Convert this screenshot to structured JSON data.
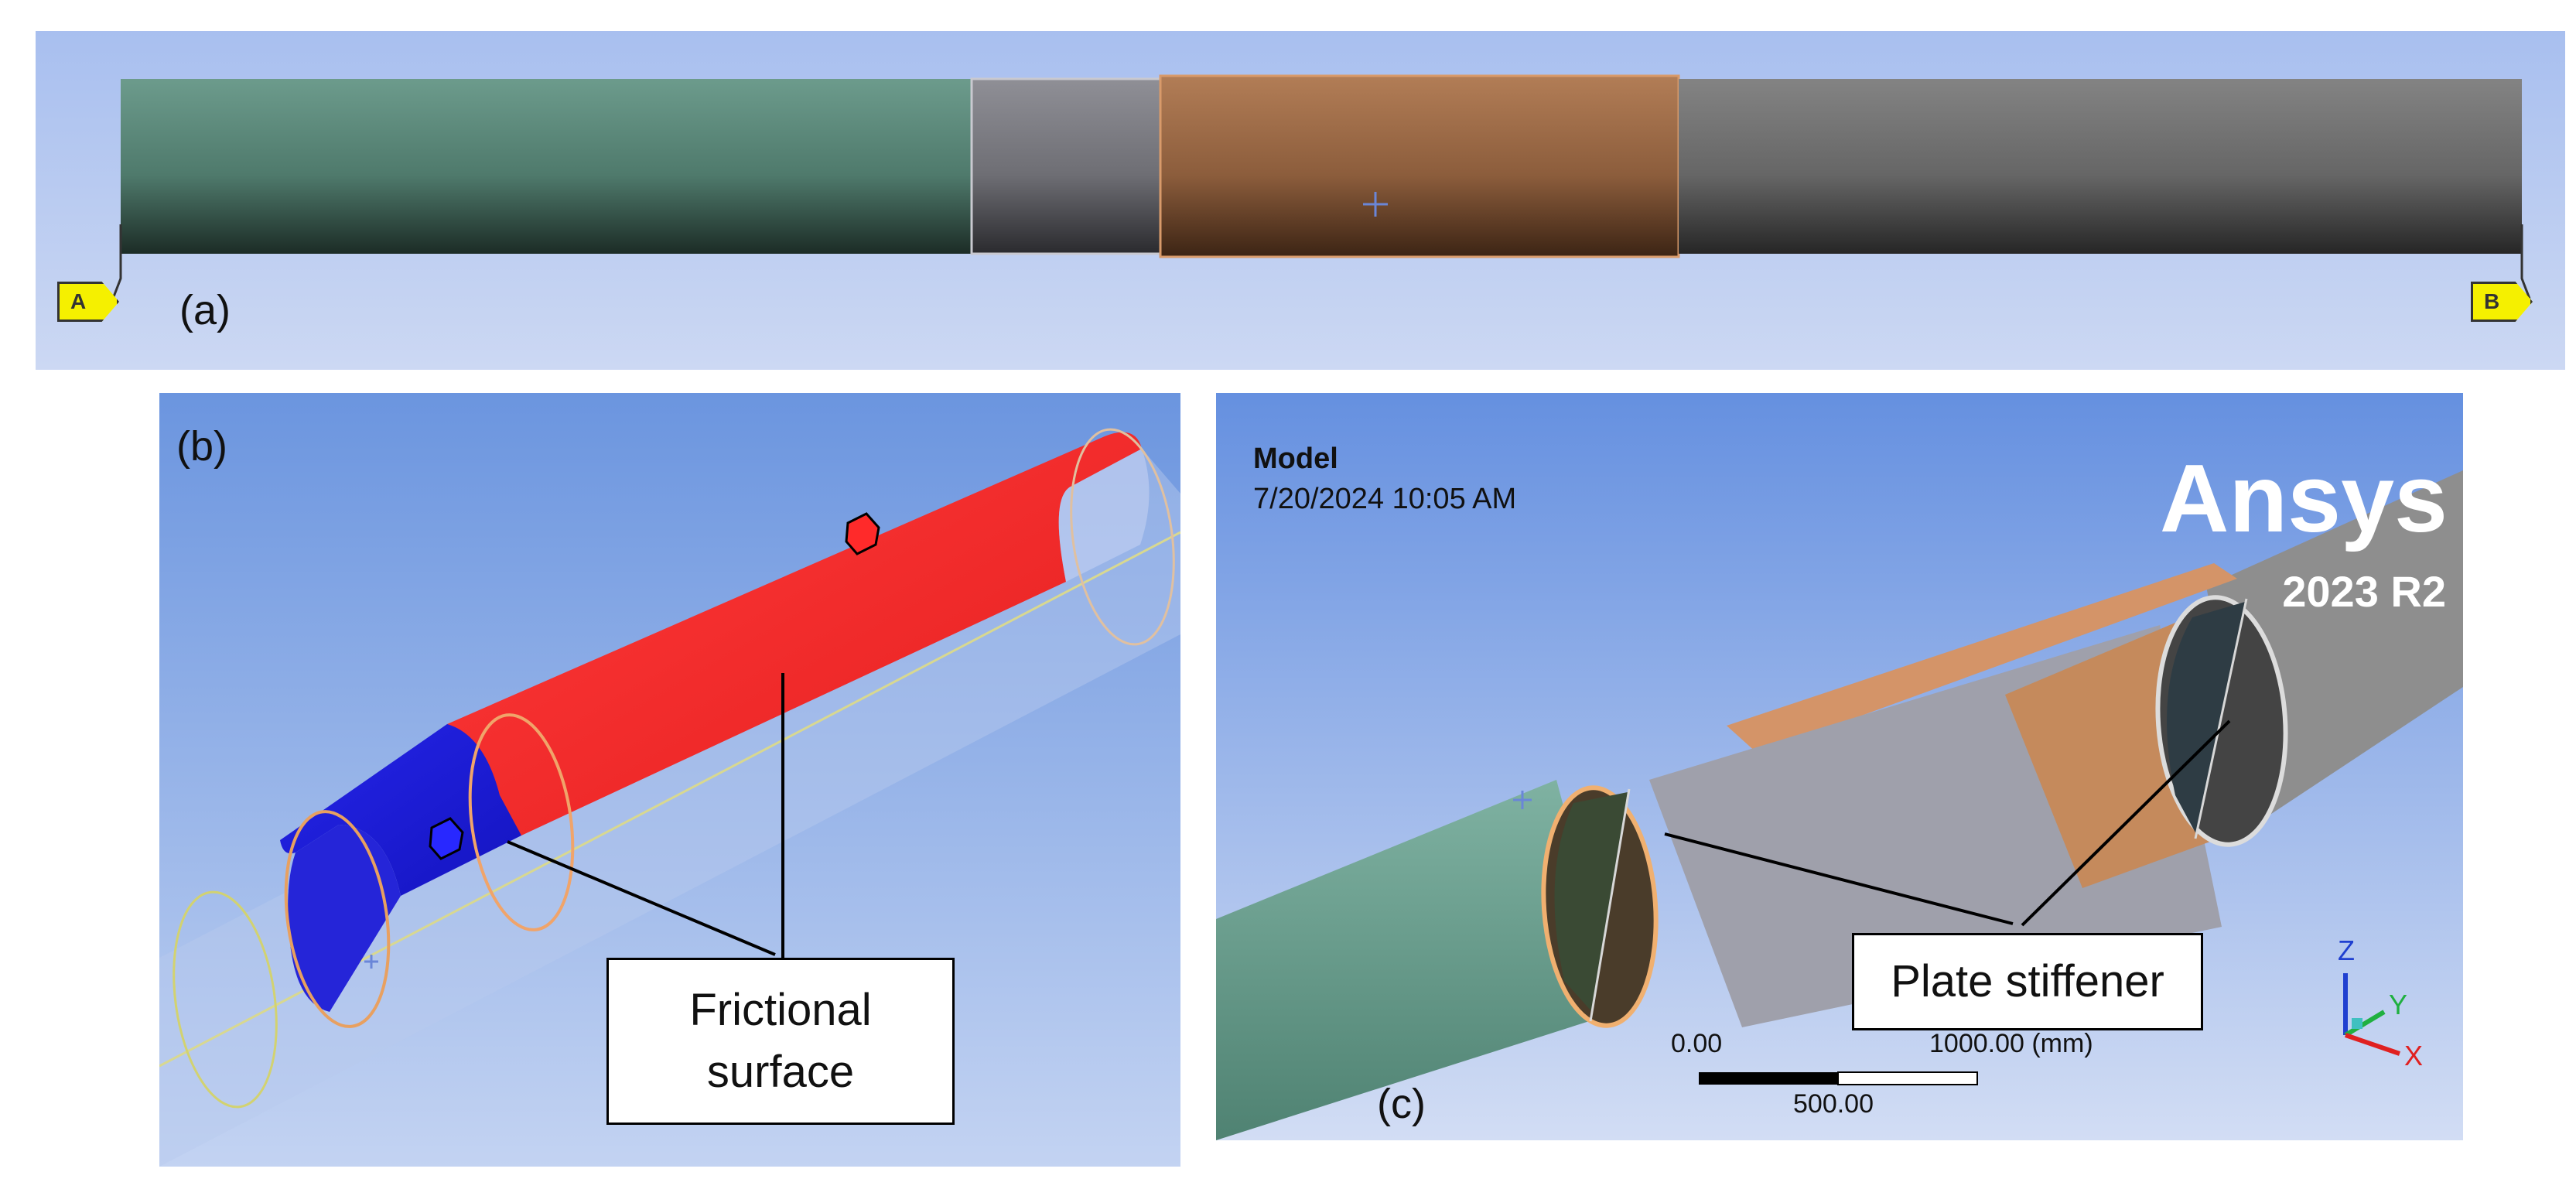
{
  "panel_a": {
    "label": "(a)",
    "marker_a": "A",
    "marker_b": "B",
    "colors": {
      "green": "#6a9a8a",
      "gray": "#8a8a90",
      "orange": "#b07a50",
      "dark_gray": "#808080"
    }
  },
  "panel_b": {
    "label": "(b)",
    "callout_line1": "Frictional",
    "callout_line2": "surface",
    "colors": {
      "red": "#ff3030",
      "blue": "#2020e0"
    }
  },
  "panel_c": {
    "label": "(c)",
    "model_title": "Model",
    "timestamp": "7/20/2024 10:05 AM",
    "brand": "Ansys",
    "version": "2023 R2",
    "callout": "Plate stiffener",
    "scale_left": "0.00",
    "scale_right": "1000.00 (mm)",
    "scale_mid": "500.00",
    "axes": {
      "z": "Z",
      "y": "Y",
      "x": "X"
    }
  }
}
